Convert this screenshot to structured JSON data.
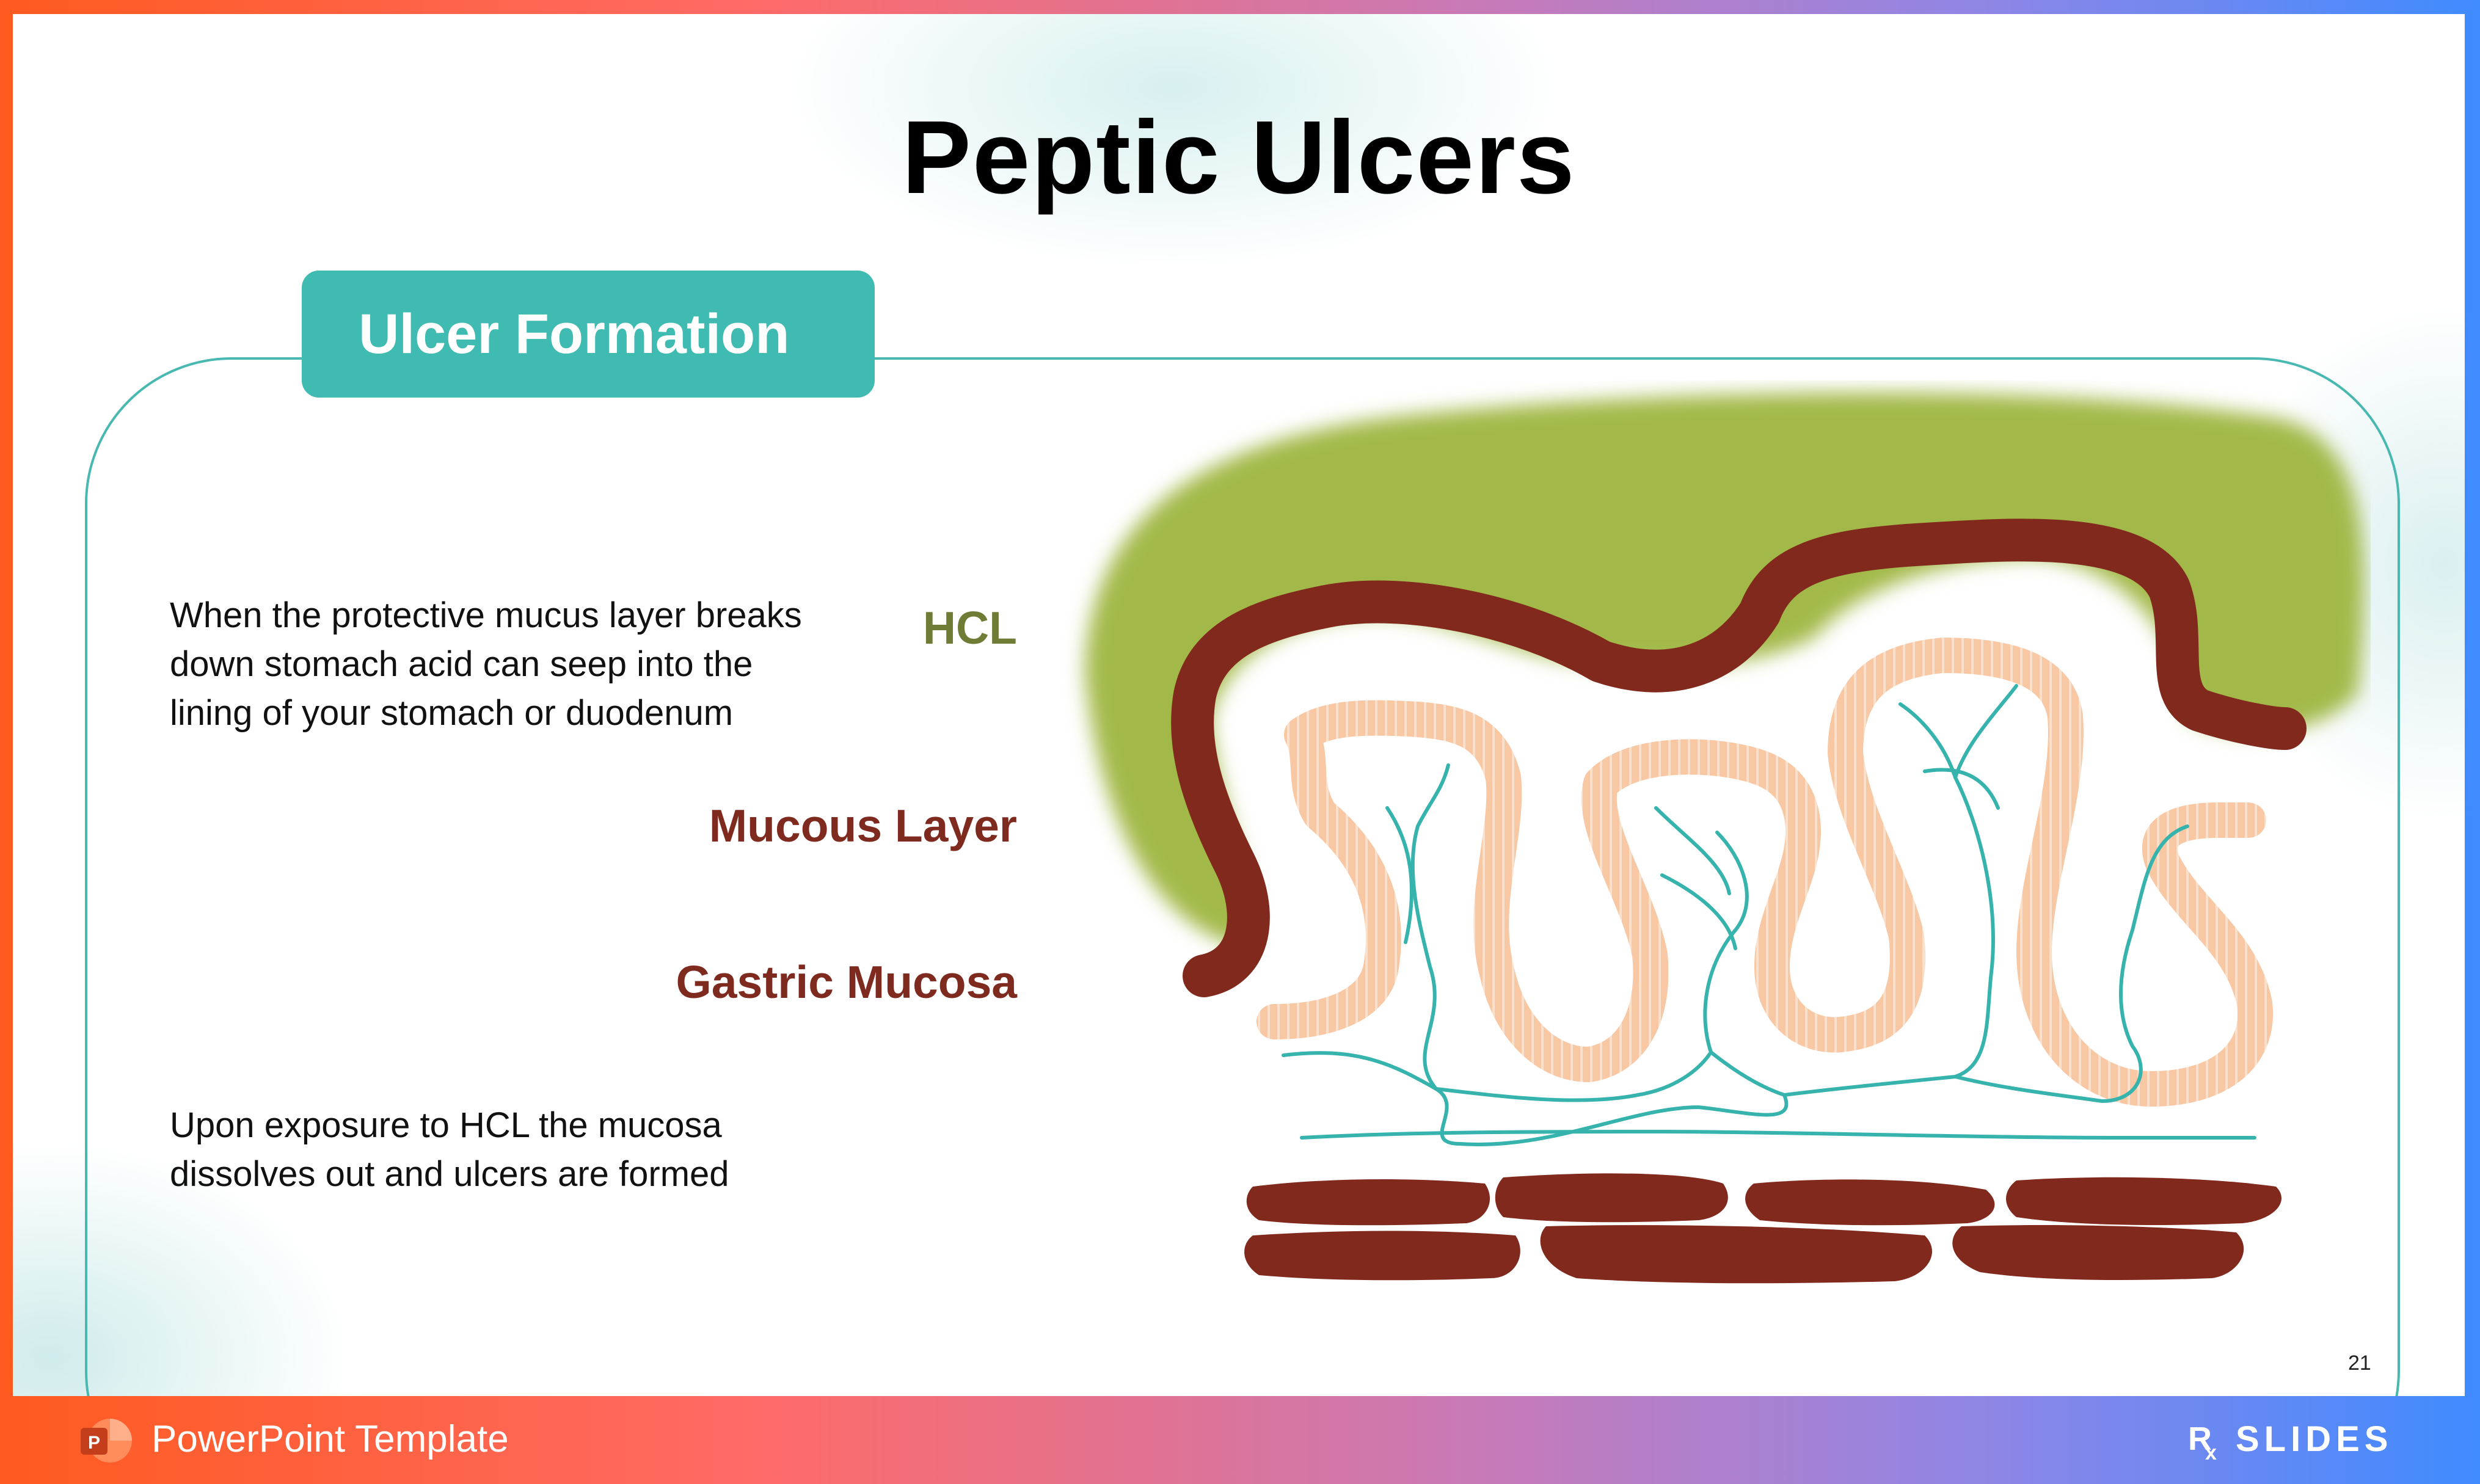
{
  "slide": {
    "title": "Peptic Ulcers",
    "section_badge": "Ulcer Formation",
    "paragraphs": [
      "When the protective mucus layer breaks down stomach acid can seep into the lining of your stomach or duodenum",
      "Upon exposure to HCL the mucosa dissolves out and ulcers are formed"
    ],
    "diagram_labels": {
      "hcl": "HCL",
      "mucous": "Mucous Layer",
      "gastric": "Gastric Mucosa"
    },
    "page_number": "21"
  },
  "footer": {
    "app_icon": "powerpoint-icon",
    "label": "PowerPoint Template",
    "brand": "RxSLIDES"
  },
  "colors": {
    "accent_teal": "#40bbb1",
    "hcl_green": "#a2b94a",
    "mucous_brown": "#82291d",
    "mucosa_peach": "#f8c8a4",
    "vessel_teal": "#36b3ac"
  }
}
